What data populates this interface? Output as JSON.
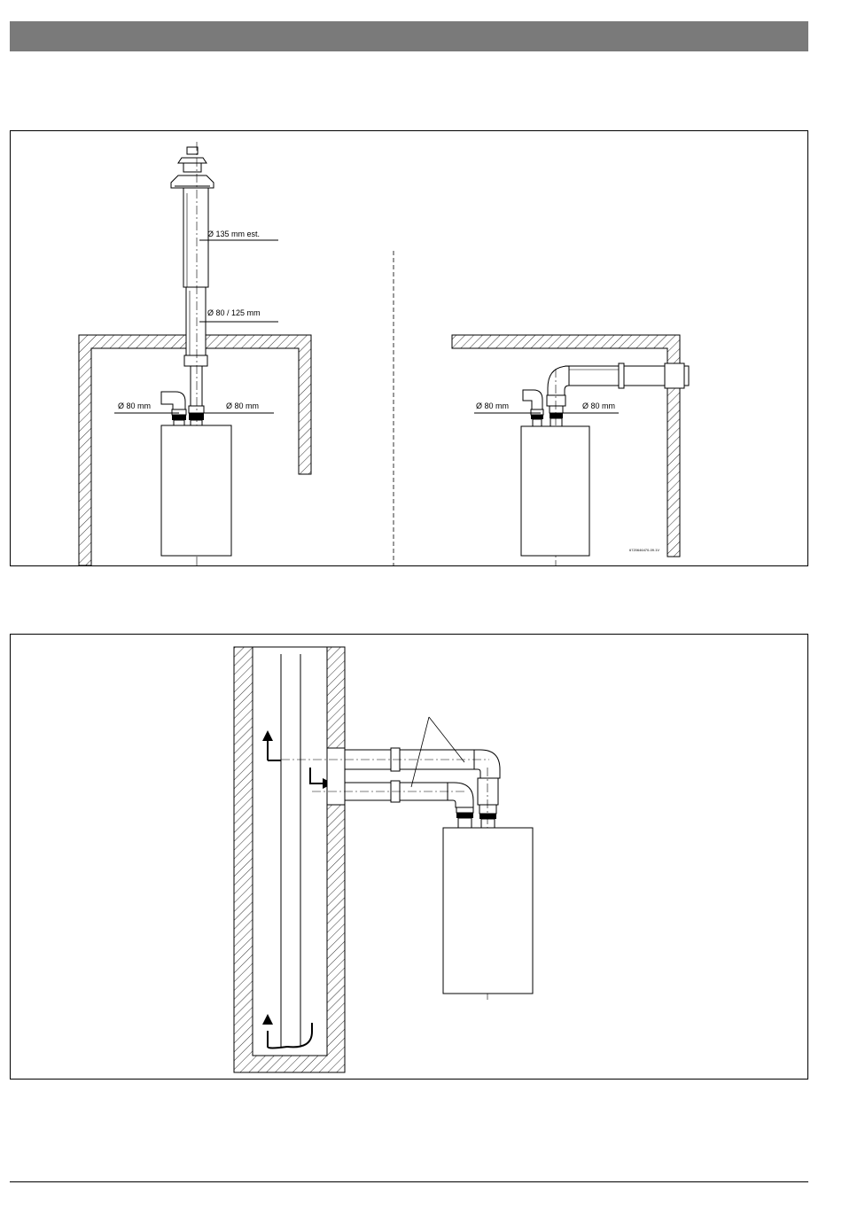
{
  "figure1": {
    "left_panel": {
      "label_terminal_diameter": "Ø 135 mm est.",
      "label_concentric_diameter": "Ø 80 / 125 mm",
      "label_left_pipe": "Ø 80 mm",
      "label_right_pipe": "Ø 80 mm"
    },
    "right_panel": {
      "label_left_pipe": "Ø 80 mm",
      "label_right_pipe": "Ø 80 mm"
    },
    "drawing_code": "6720646470-09.1V"
  },
  "figure2": {}
}
